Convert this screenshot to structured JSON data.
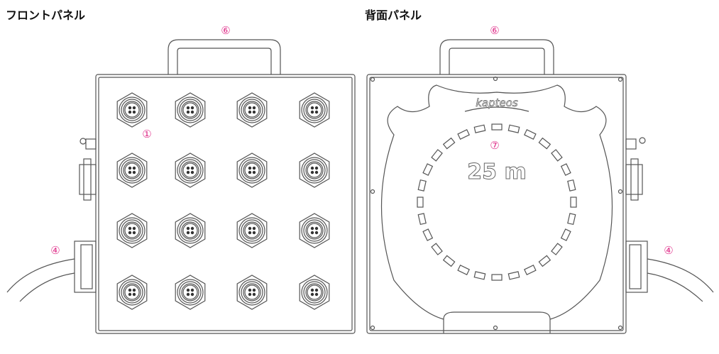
{
  "front": {
    "title": "フロントパネル",
    "labels": {
      "handle": "⑥",
      "connector": "①",
      "cable": "④"
    }
  },
  "back": {
    "title": "背面パネル",
    "labels": {
      "handle": "⑥",
      "reel": "⑦",
      "cable": "④"
    },
    "logo": "kapteos",
    "length": "25 m"
  },
  "colors": {
    "label": "#e0338c",
    "line": "#555555"
  }
}
